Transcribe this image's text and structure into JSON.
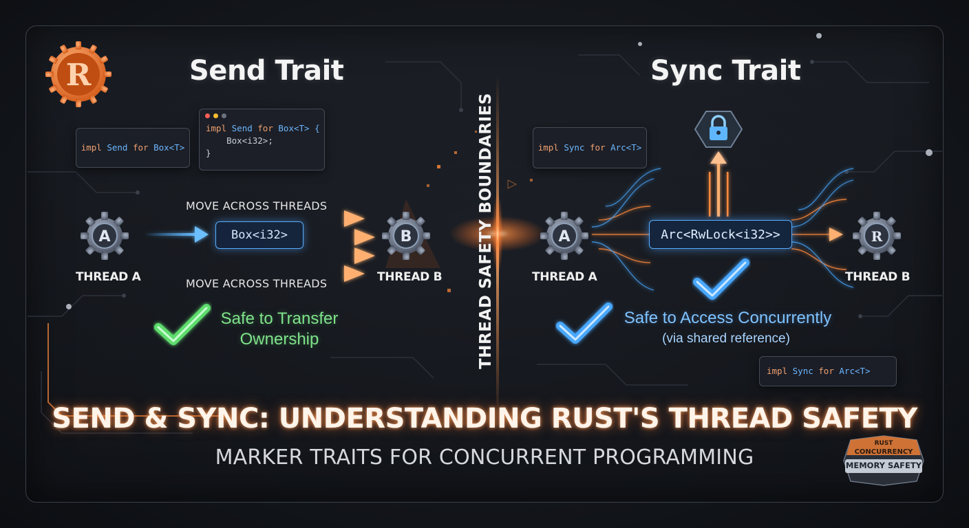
{
  "send": {
    "title": "Send Trait",
    "code_small": {
      "kw": "impl",
      "trait": "Send",
      "kw2": "for",
      "type": "Box<T>"
    },
    "code_window": {
      "line1": {
        "kw": "impl",
        "trait": "Send",
        "kw2": "for",
        "type": "Box<T> {"
      },
      "line2": "Box<i32>;",
      "line3": "}"
    },
    "move_label_top": "MOVE ACROSS THREADS",
    "move_label_bottom": "MOVE ACROSS THREADS",
    "payload": "Box<i32>",
    "thread_a_icon": "A",
    "thread_b_icon": "B",
    "thread_a_label": "THREAD A",
    "thread_b_label": "THREAD B",
    "safe_line1": "Safe to Transfer",
    "safe_line2": "Ownership"
  },
  "divider_label": "THREAD SAFETY BOUNDARIES",
  "sync": {
    "title": "Sync Trait",
    "code_top": {
      "kw": "impl",
      "trait": "Sync",
      "kw2": "for",
      "type": "Arc<T>"
    },
    "code_bottom": {
      "kw": "impl",
      "trait": "Sync",
      "kw2": "for",
      "type": "Arc<T>"
    },
    "payload": "Arc<RwLock<i32>>",
    "thread_a_icon": "A",
    "thread_b_icon": "R",
    "thread_a_label": "THREAD A",
    "thread_b_label": "THREAD B",
    "safe_line1": "Safe to Access Concurrently",
    "safe_line2": "(via shared reference)"
  },
  "main_title": "SEND & SYNC: UNDERSTANDING RUST'S THREAD SAFETY",
  "subtitle": "MARKER TRAITS FOR CONCURRENT PROGRAMMING",
  "logo_letter": "R",
  "badge": {
    "line1": "RUST",
    "line2": "CONCURRENCY",
    "line3": "MEMORY SAFETY"
  },
  "colors": {
    "orange": "#ff8a3d",
    "blue": "#4aa8ff",
    "green": "#5fdc6e",
    "badge_top": "#e07a36"
  },
  "icons": [
    "rust-logo-icon",
    "gear-icon",
    "checkmark-icon",
    "padlock-icon",
    "arrow-icon"
  ]
}
